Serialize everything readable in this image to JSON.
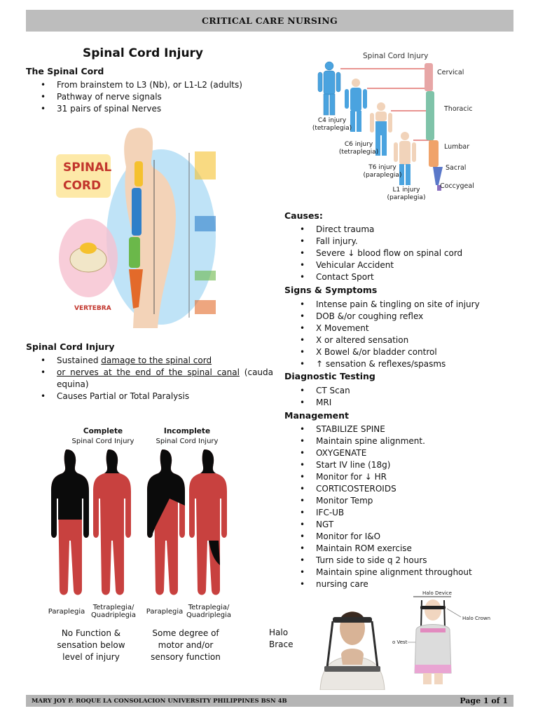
{
  "header": {
    "title": "CRITICAL CARE NURSING"
  },
  "title": "Spinal Cord Injury",
  "spinal_cord": {
    "heading": "The Spinal Cord",
    "items": [
      "From brainstem to L3 (Nb), or L1-L2 (adults)",
      "Pathway of nerve signals",
      "31 pairs of spinal Nerves"
    ]
  },
  "diagram_spinal": {
    "title_line1": "SPINAL",
    "title_line2": "CORD",
    "vertebra_label": "VERTEBRA"
  },
  "sci": {
    "heading": "Spinal Cord Injury",
    "item1_prefix": "Sustained ",
    "item1_underlined": "damage to the spinal cord",
    "item2_underlined": "or nerves at the end of the spinal canal",
    "item2_rest": " (cauda equina)",
    "item3": "Causes Partial or Total Paralysis"
  },
  "complete_fig": {
    "complete_title": "Complete",
    "complete_sub": "Spinal Cord Injury",
    "incomplete_title": "Incomplete",
    "incomplete_sub": "Spinal Cord Injury",
    "labels": [
      "Paraplegia",
      "Tetraplegia/ Quadriplegia",
      "Paraplegia",
      "Tetraplegia/ Quadriplegia"
    ],
    "caption_complete": "No Function & sensation below level of injury",
    "caption_incomplete": "Some degree of motor and/or sensory function",
    "colors": {
      "red": "#c8413f",
      "black": "#0b0b0b"
    }
  },
  "levels_fig": {
    "title": "Spinal Cord Injury",
    "regions": [
      "Cervical",
      "Thoracic",
      "Lumbar",
      "Sacral",
      "Coccygeal"
    ],
    "figures": [
      {
        "level": "C4 injury",
        "type": "(tetraplegia)"
      },
      {
        "level": "C6 injury",
        "type": "(tetraplegia)"
      },
      {
        "level": "T6 injury",
        "type": "(paraplegia)"
      },
      {
        "level": "L1 injury",
        "type": "(paraplegia)"
      }
    ]
  },
  "causes": {
    "heading": "Causes:",
    "items": [
      "Direct trauma",
      "Fall injury.",
      "Severe ↓ blood flow on spinal cord",
      "Vehicular Accident",
      "Contact Sport"
    ]
  },
  "signs": {
    "heading": "Signs & Symptoms",
    "items": [
      "Intense pain & tingling on site of injury",
      "DOB &/or coughing reflex",
      "X Movement",
      "X or altered sensation",
      "X Bowel &/or bladder control",
      "↑ sensation & reflexes/spasms"
    ]
  },
  "diagnostic": {
    "heading": "Diagnostic Testing",
    "items": [
      "CT Scan",
      "MRI"
    ]
  },
  "management": {
    "heading": "Management",
    "items": [
      "STABILIZE SPINE",
      "Maintain spine alignment.",
      "OXYGENATE",
      "Start IV line (18g)",
      "Monitor for ↓ HR",
      "CORTICOSTEROIDS",
      "Monitor Temp",
      "IFC-UB",
      "NGT",
      "Monitor for I&O",
      "Maintain ROM exercise",
      "Turn side to side q 2 hours",
      "Maintain spine alignment throughout",
      "nursing care"
    ]
  },
  "halo": {
    "label": "Halo Brace",
    "device": "Halo Device",
    "crown": "Halo Crown",
    "vest": "o Vest"
  },
  "footer": {
    "left": "MARY JOY P. ROQUE   LA CONSOLACION UNIVERSITY PHILIPPINES   BSN 4B",
    "right": "Page 1 of 1"
  }
}
